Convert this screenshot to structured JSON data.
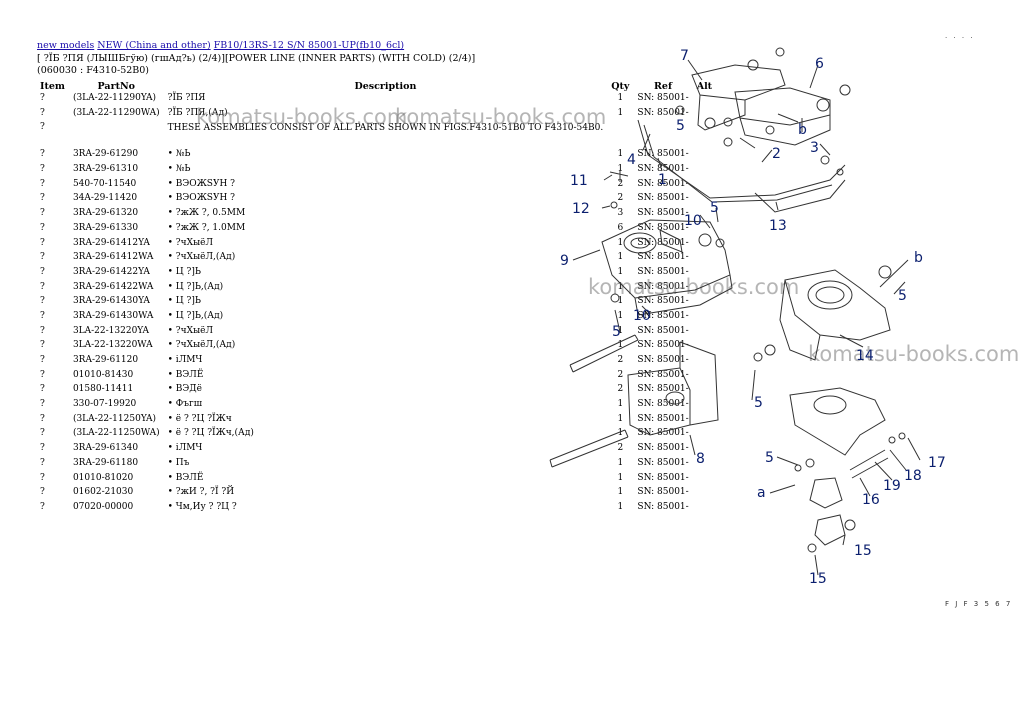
{
  "breadcrumb": {
    "links": [
      "new models",
      "NEW (China and other)",
      "FB10/13RS-12 S/N 85001-UP(fb10_6cl)"
    ]
  },
  "page_title": "[ ?ÏБ ?ПЯ (ЛЫШБгўю) (гшАд?ь) (2/4)][POWER LINE (INNER PARTS) (WITH COLD) (2/4)](060030 : F4310-52B0)",
  "table": {
    "headers": [
      "Item",
      "PartNo",
      "Description",
      "Qty",
      "Ref",
      "Alt"
    ],
    "rows": [
      {
        "item": "?",
        "part": "(3LA-22-11290YA)",
        "desc": "?ÏБ ?ПЯ",
        "qty": "1",
        "ref": "SN: 85001-",
        "alt": ""
      },
      {
        "item": "?",
        "part": "(3LA-22-11290WA)",
        "desc": "?ÏБ ?ПЯ,(Ад)",
        "qty": "1",
        "ref": "SN: 85001-",
        "alt": ""
      },
      {
        "item": "?",
        "part": "",
        "desc": "THESE ASSEMBLIES CONSIST OF ALL PARTS SHOWN IN FIGS.F4310-51B0 TO F4310-54B0.",
        "qty": "",
        "ref": "",
        "alt": "",
        "multi": true
      },
      {
        "item": "?",
        "part": "3RA-29-61290",
        "desc": "• №Ь",
        "qty": "1",
        "ref": "SN: 85001-",
        "alt": ""
      },
      {
        "item": "?",
        "part": "3RA-29-61310",
        "desc": "• №Ь",
        "qty": "1",
        "ref": "SN: 85001-",
        "alt": ""
      },
      {
        "item": "?",
        "part": "540-70-11540",
        "desc": "• ВЭОЖSУН ?",
        "qty": "2",
        "ref": "SN: 85001-",
        "alt": ""
      },
      {
        "item": "?",
        "part": "34A-29-11420",
        "desc": "• ВЭОЖSУН ?",
        "qty": "2",
        "ref": "SN: 85001-",
        "alt": ""
      },
      {
        "item": "?",
        "part": "3RA-29-61320",
        "desc": "• ?жЖ ?, 0.5MM",
        "qty": "3",
        "ref": "SN: 85001-",
        "alt": ""
      },
      {
        "item": "?",
        "part": "3RA-29-61330",
        "desc": "• ?жЖ ?, 1.0MM",
        "qty": "6",
        "ref": "SN: 85001-",
        "alt": ""
      },
      {
        "item": "?",
        "part": "3RA-29-61412YA",
        "desc": "• ?чХыёЛ",
        "qty": "1",
        "ref": "SN: 85001-",
        "alt": ""
      },
      {
        "item": "?",
        "part": "3RA-29-61412WA",
        "desc": "• ?чХыёЛ,(Ад)",
        "qty": "1",
        "ref": "SN: 85001-",
        "alt": ""
      },
      {
        "item": "?",
        "part": "3RA-29-61422YA",
        "desc": "• Ц ?]Ь",
        "qty": "1",
        "ref": "SN: 85001-",
        "alt": ""
      },
      {
        "item": "?",
        "part": "3RA-29-61422WA",
        "desc": "• Ц ?]Ь,(Ад)",
        "qty": "1",
        "ref": "SN: 85001-",
        "alt": ""
      },
      {
        "item": "?",
        "part": "3RA-29-61430YA",
        "desc": "• Ц ?]Ь",
        "qty": "1",
        "ref": "SN: 85001-",
        "alt": ""
      },
      {
        "item": "?",
        "part": "3RA-29-61430WA",
        "desc": "• Ц ?]Ь,(Ад)",
        "qty": "1",
        "ref": "SN: 85001-",
        "alt": ""
      },
      {
        "item": "?",
        "part": "3LA-22-13220YA",
        "desc": "• ?чХыёЛ",
        "qty": "1",
        "ref": "SN: 85001-",
        "alt": ""
      },
      {
        "item": "?",
        "part": "3LA-22-13220WA",
        "desc": "• ?чХыёЛ,(Ад)",
        "qty": "1",
        "ref": "SN: 85001-",
        "alt": ""
      },
      {
        "item": "?",
        "part": "3RA-29-61120",
        "desc": "• iЛМЧ",
        "qty": "2",
        "ref": "SN: 85001-",
        "alt": ""
      },
      {
        "item": "?",
        "part": "01010-81430",
        "desc": "• ВЭЛЁ",
        "qty": "2",
        "ref": "SN: 85001-",
        "alt": ""
      },
      {
        "item": "?",
        "part": "01580-11411",
        "desc": "• ВЭДё",
        "qty": "2",
        "ref": "SN: 85001-",
        "alt": ""
      },
      {
        "item": "?",
        "part": "330-07-19920",
        "desc": "• Фъгш",
        "qty": "1",
        "ref": "SN: 85001-",
        "alt": ""
      },
      {
        "item": "?",
        "part": "(3LA-22-11250YA)",
        "desc": "• ё ? ?Ц ?ÏЖч",
        "qty": "1",
        "ref": "SN: 85001-",
        "alt": ""
      },
      {
        "item": "?",
        "part": "(3LA-22-11250WA)",
        "desc": "• ё ? ?Ц ?ÏЖч,(Ад)",
        "qty": "1",
        "ref": "SN: 85001-",
        "alt": ""
      },
      {
        "item": "?",
        "part": "3RA-29-61340",
        "desc": "• iЛМЧ",
        "qty": "2",
        "ref": "SN: 85001-",
        "alt": ""
      },
      {
        "item": "?",
        "part": "3RA-29-61180",
        "desc": "• Пъ",
        "qty": "1",
        "ref": "SN: 85001-",
        "alt": ""
      },
      {
        "item": "?",
        "part": "01010-81020",
        "desc": "• ВЭЛЁ",
        "qty": "1",
        "ref": "SN: 85001-",
        "alt": ""
      },
      {
        "item": "?",
        "part": "01602-21030",
        "desc": "• ?жИ ?, ?Ï ?Й",
        "qty": "1",
        "ref": "SN: 85001-",
        "alt": ""
      },
      {
        "item": "?",
        "part": "07020-00000",
        "desc": "• Чм,Иу ? ?Ц ?",
        "qty": "1",
        "ref": "SN: 85001-",
        "alt": ""
      }
    ]
  },
  "watermarks": [
    "komatsu-books.com",
    "komatsu-books.com",
    "komatsu-books.com",
    "komatsu-books.com"
  ],
  "diagram": {
    "callouts": [
      "7",
      "6",
      "5",
      "b",
      "4",
      "2",
      "3",
      "1",
      "11",
      "12",
      "13",
      "10",
      "5",
      "9",
      "b",
      "5",
      "5",
      "10",
      "14",
      "5",
      "5",
      "8",
      "17",
      "18",
      "19",
      "16",
      "a",
      "15",
      "15"
    ],
    "corner_marks": "· · · ·",
    "figure_code": "F J F 3 5 6 7"
  }
}
